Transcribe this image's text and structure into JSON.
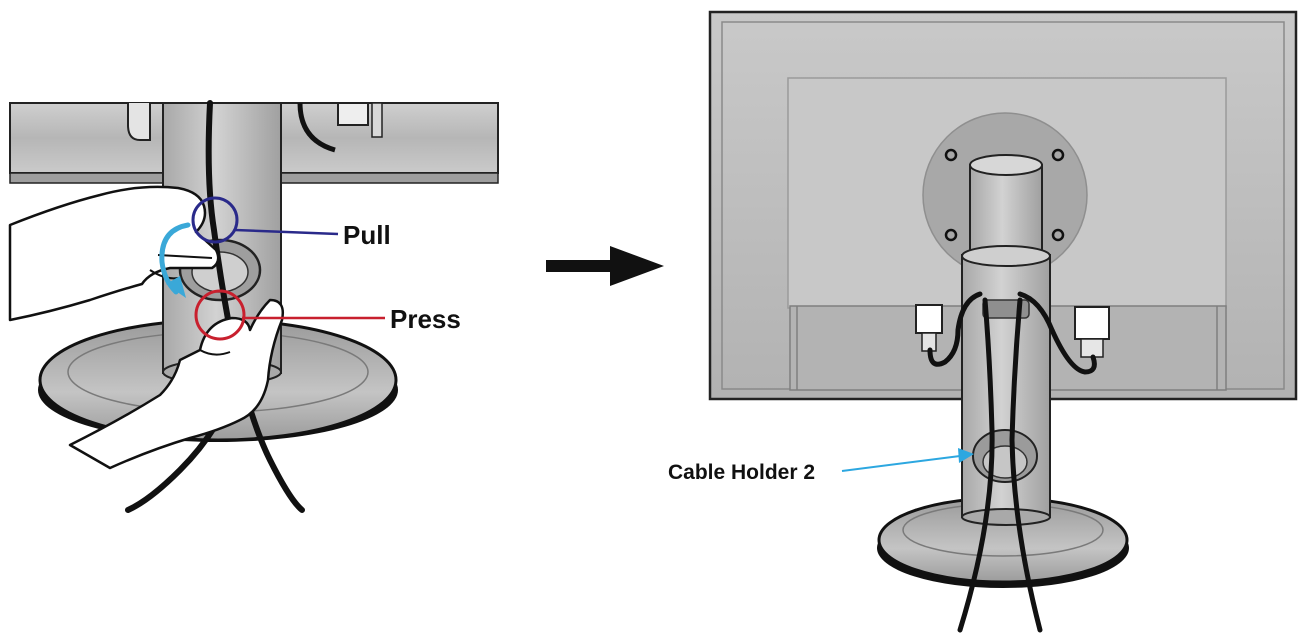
{
  "labels": {
    "pull": "Pull",
    "press": "Press",
    "cable_holder": "Cable Holder 2"
  },
  "colors": {
    "pull_callout": "#2a2a8a",
    "press_callout": "#c8202e",
    "holder_callout": "#2ca7e0",
    "rotate_arrow": "#3aa8d8",
    "direction_arrow": "#111111",
    "metal_light": "#d6d6d6",
    "metal_mid": "#bdbdbd",
    "metal_dark": "#8d8d8d",
    "outline": "#1a1a1a",
    "cable": "#111111"
  },
  "icons": {
    "direction": "right-arrow-icon",
    "rotate": "rotate-arrow-icon"
  }
}
